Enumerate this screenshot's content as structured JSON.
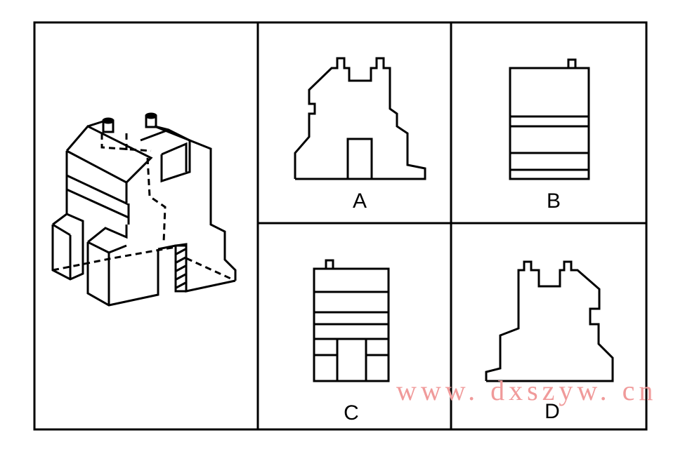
{
  "options": {
    "a": {
      "label": "A"
    },
    "b": {
      "label": "B"
    },
    "c": {
      "label": "C"
    },
    "d": {
      "label": "D"
    }
  },
  "watermark": {
    "text": "www. dxszyw. cn",
    "color": "#f09a9a"
  },
  "colors": {
    "stroke": "#000000",
    "background": "#ffffff"
  }
}
